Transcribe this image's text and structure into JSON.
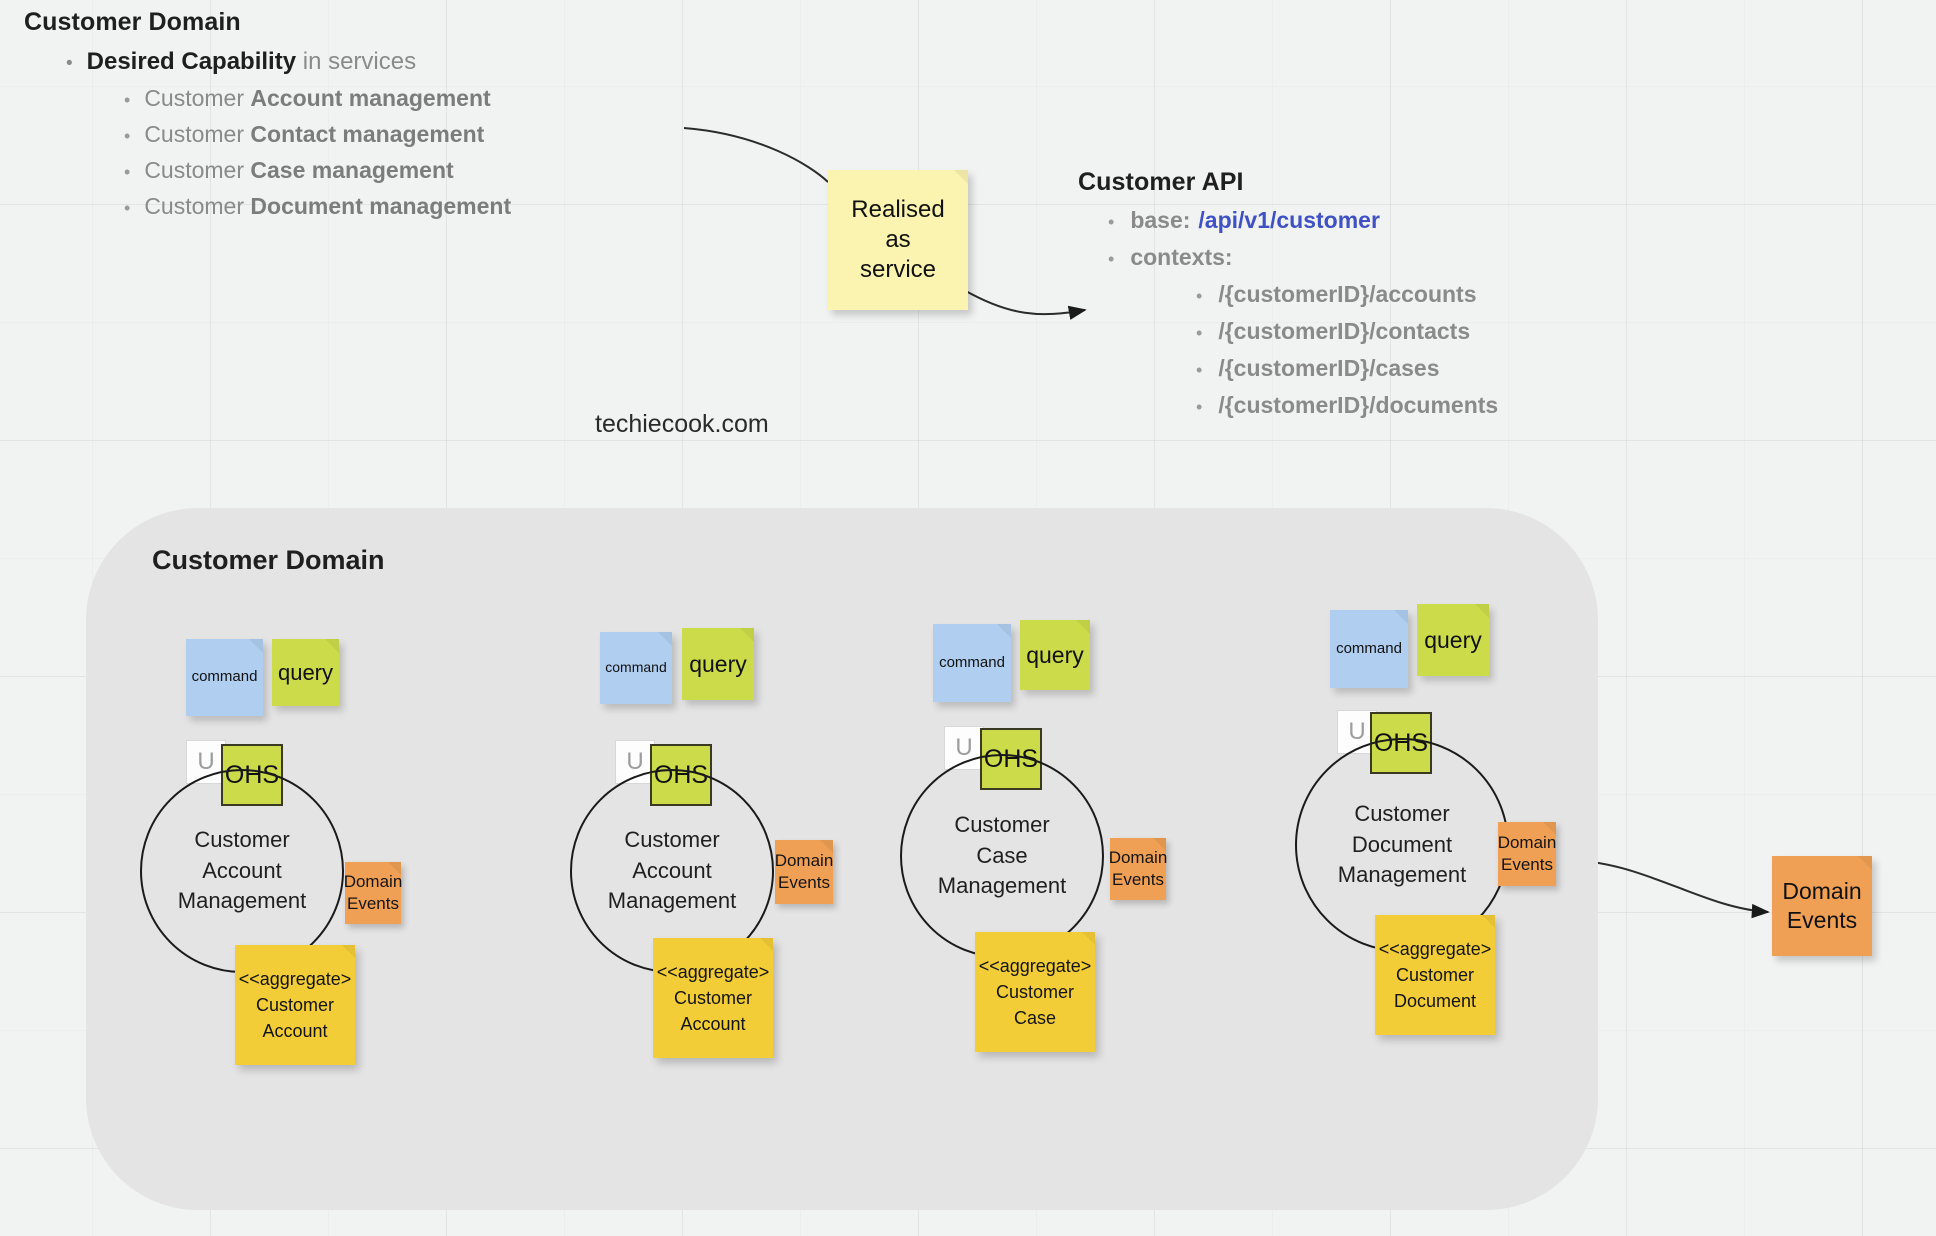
{
  "watermark": "techiecook.com",
  "outline": {
    "title": "Customer Domain",
    "capability_bold": "Desired Capability",
    "capability_rest": " in services",
    "bullet": "•",
    "items": [
      {
        "prefix": "Customer ",
        "bold": "Account management"
      },
      {
        "prefix": "Customer ",
        "bold": "Contact management"
      },
      {
        "prefix": "Customer ",
        "bold": "Case management"
      },
      {
        "prefix": "Customer ",
        "bold": "Document management"
      }
    ]
  },
  "realised_note": {
    "line1": "Realised",
    "line2": "as",
    "line3": "service",
    "color": "#fbf3b0"
  },
  "api": {
    "title": "Customer API",
    "base_label": "base:",
    "base_value": "/api/v1/customer",
    "base_color": "#3f51c4",
    "contexts_label": "contexts:",
    "contexts": [
      "/{customerID}/accounts",
      "/{customerID}/contacts",
      "/{customerID}/cases",
      "/{customerID}/documents"
    ]
  },
  "domain_box": {
    "title": "Customer Domain",
    "background": "#e4e4e4"
  },
  "colors": {
    "command": "#afcef0",
    "query": "#ccdb4a",
    "ohs": "#ccdb4a",
    "domain_events": "#f0a055",
    "aggregate": "#f2cd38",
    "canvas": "#f1f2f2"
  },
  "labels": {
    "command": "command",
    "query": "query",
    "ohs": "OHS",
    "u": "U",
    "domain_events_l1": "Domain",
    "domain_events_l2": "Events",
    "aggregate_stereotype": "<<aggregate>"
  },
  "services": [
    {
      "name": "customer-account-management-1",
      "circle_l1": "Customer",
      "circle_l2": "Account",
      "circle_l3": "Management",
      "agg_l1": "Customer",
      "agg_l2": "Account"
    },
    {
      "name": "customer-account-management-2",
      "circle_l1": "Customer",
      "circle_l2": "Account",
      "circle_l3": "Management",
      "agg_l1": "Customer",
      "agg_l2": "Account"
    },
    {
      "name": "customer-case-management",
      "circle_l1": "Customer",
      "circle_l2": "Case",
      "circle_l3": "Management",
      "agg_l1": "Customer",
      "agg_l2": "Case"
    },
    {
      "name": "customer-document-management",
      "circle_l1": "Customer",
      "circle_l2": "Document",
      "circle_l3": "Management",
      "agg_l1": "Customer",
      "agg_l2": "Document"
    }
  ],
  "external_domain_events": {
    "line1": "Domain",
    "line2": "Events"
  }
}
